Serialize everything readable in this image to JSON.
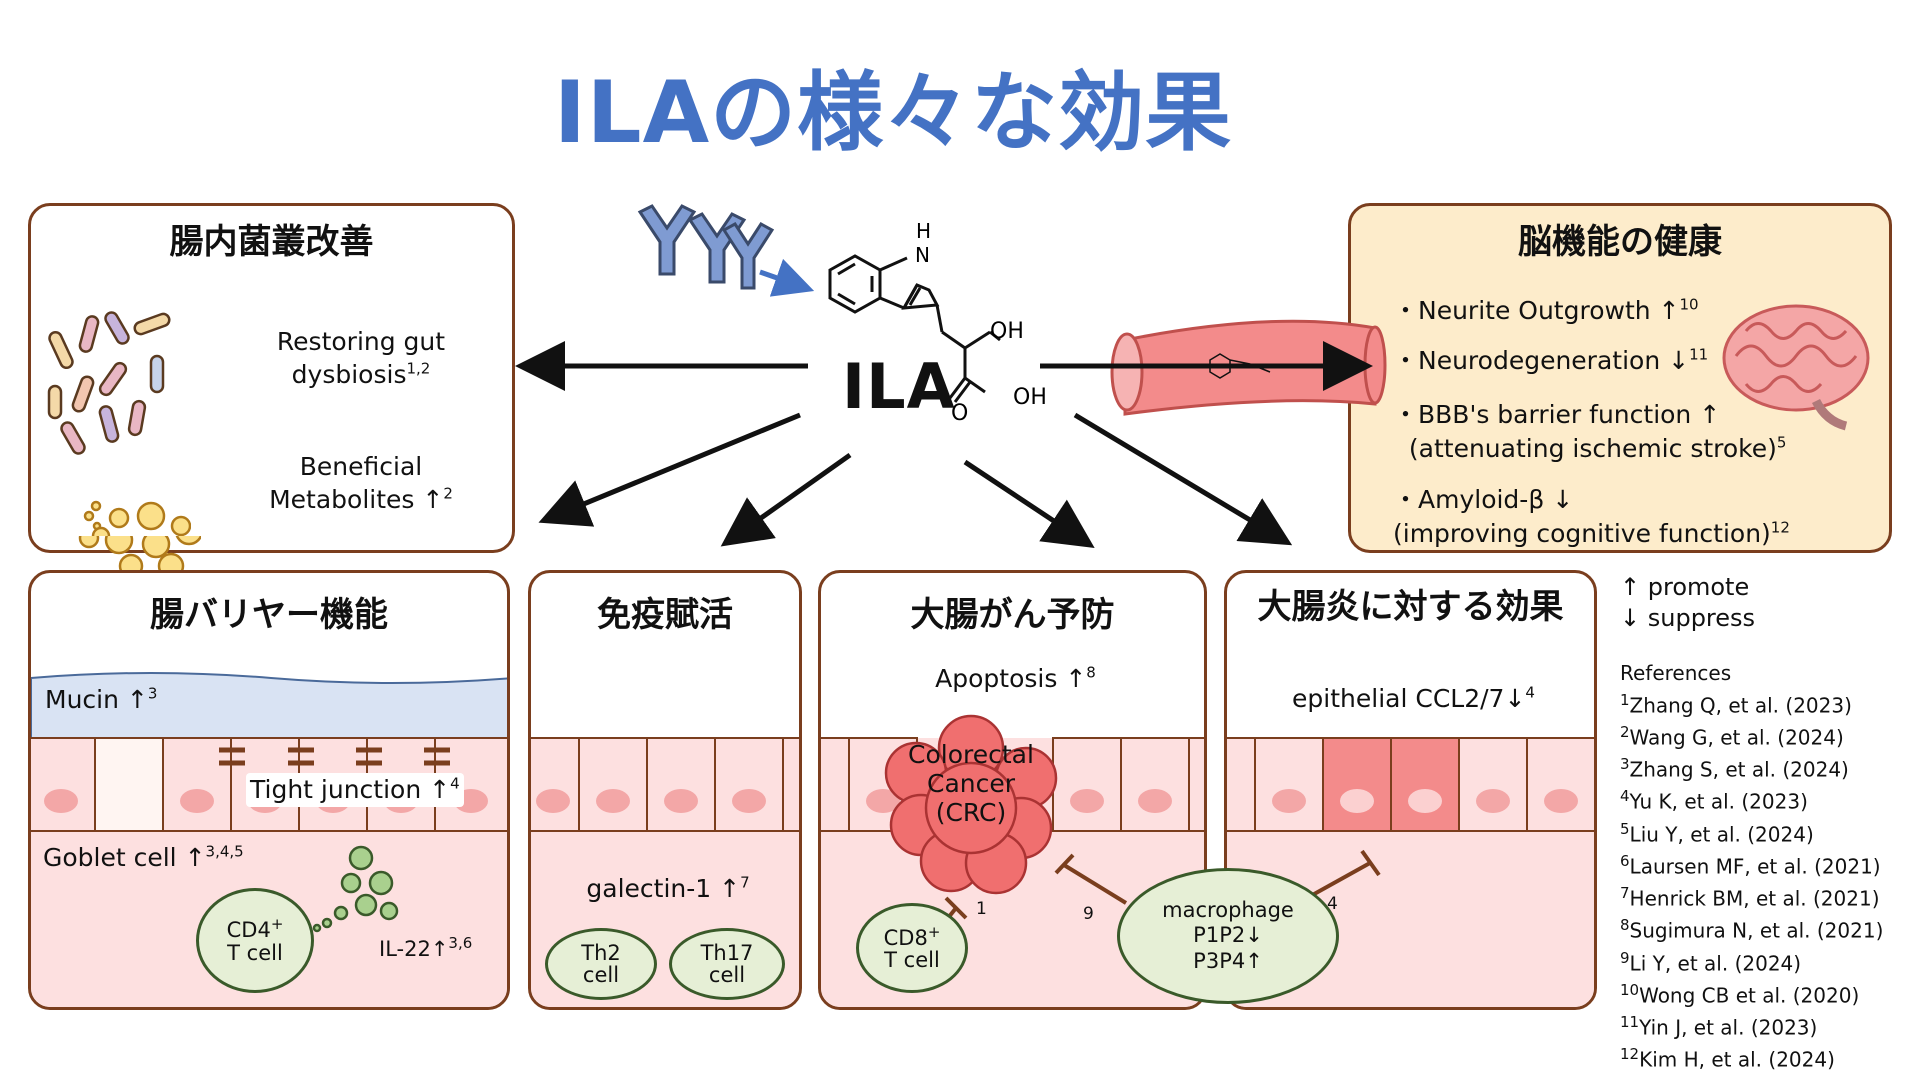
{
  "title": "ILAの様々な効果",
  "center_label": "ILA",
  "molecule": {
    "nh": "H",
    "n": "N",
    "oh1": "OH",
    "oh2": "OH",
    "o": "O"
  },
  "gut_box": {
    "heading": "腸内菌叢改善",
    "item1": "Restoring gut dysbiosis",
    "item1_ref": "1,2",
    "item2": "Beneficial Metabolites ↑",
    "item2_ref": "2"
  },
  "brain_box": {
    "heading": "脳機能の健康",
    "items": [
      {
        "text": "・Neurite Outgrowth ↑",
        "ref": "10"
      },
      {
        "text": "・Neurodegeneration ↓",
        "ref": "11"
      },
      {
        "text": "・BBB's barrier function ↑",
        "text2": "(attenuating ischemic stroke)",
        "ref": "5"
      },
      {
        "text": "・Amyloid-β ↓",
        "text2": "(improving cognitive function)",
        "ref": "12"
      }
    ]
  },
  "panel_barrier": {
    "heading": "腸バリヤー機能",
    "mucin": "Mucin ↑",
    "mucin_ref": "3",
    "tight": "Tight junction ↑",
    "tight_ref": "4",
    "goblet": "Goblet cell ↑",
    "goblet_ref": "3,4,5",
    "cd4": "CD4",
    "cd4_sup": "+",
    "cd4_b": "T cell",
    "il22": "IL-22↑",
    "il22_ref": "3,6"
  },
  "panel_immune": {
    "heading": "免疫賦活",
    "galectin": "galectin-1 ↑",
    "galectin_ref": "7",
    "th2": "Th2",
    "th2_b": "cell",
    "th17": "Th17",
    "th17_b": "cell"
  },
  "panel_crc": {
    "heading": "大腸がん予防",
    "apoptosis": "Apoptosis ↑",
    "apoptosis_ref": "8",
    "crc1": "Colorectal",
    "crc2": "Cancer",
    "crc3": "(CRC)",
    "cd8": "CD8",
    "cd8_sup": "+",
    "cd8_b": "T cell",
    "ref1": "1",
    "ref9": "9"
  },
  "panel_colitis": {
    "heading": "大腸炎に対する効果",
    "ccl": "epithelial CCL2/7↓",
    "ccl_ref": "4",
    "macrophage": "macrophage",
    "p1p2": "P1P2↓",
    "p3p4": "P3P4↑",
    "ref4": "4"
  },
  "legend": {
    "promote": "↑ promote",
    "suppress": "↓ suppress"
  },
  "references": {
    "heading": "References",
    "items": [
      {
        "n": "1",
        "t": "Zhang Q, et al. (2023)"
      },
      {
        "n": "2",
        "t": "Wang G, et al. (2024)"
      },
      {
        "n": "3",
        "t": "Zhang S, et al. (2024)"
      },
      {
        "n": "4",
        "t": "Yu K, et al. (2023)"
      },
      {
        "n": "5",
        "t": "Liu Y, et al. (2024)"
      },
      {
        "n": "6",
        "t": "Laursen MF, et al. (2021)"
      },
      {
        "n": "7",
        "t": "Henrick BM, et al. (2021)"
      },
      {
        "n": "8",
        "t": "Sugimura N, et al. (2021)"
      },
      {
        "n": "9",
        "t": "Li Y, et al. (2024)"
      },
      {
        "n": "10",
        "t": "Wong CB et al. (2020)"
      },
      {
        "n": "11",
        "t": "Yin J, et al. (2023)"
      },
      {
        "n": "12",
        "t": "Kim H, et al. (2024)"
      }
    ]
  },
  "colors": {
    "title": "#4472c4",
    "border": "#7a3e1e",
    "tissue": "#fde0e0",
    "nucleus": "#f3a7a7",
    "mucin": "#d9e3f3",
    "brain_bg": "#fdeccb",
    "antibody": "#7f9bd2"
  }
}
